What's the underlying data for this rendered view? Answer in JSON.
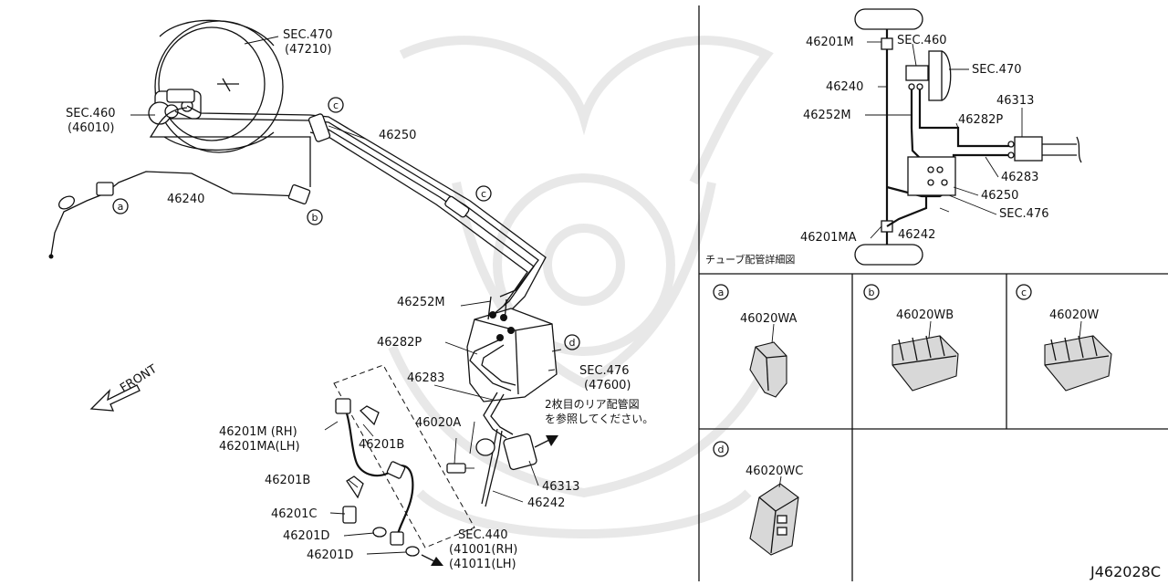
{
  "diagram_id": "J462028C",
  "main": {
    "labels": {
      "sec470": "SEC.470",
      "sec470_ref": "(47210)",
      "sec460": "SEC.460",
      "sec460_ref": "(46010)",
      "p46250": "46250",
      "p46240": "46240",
      "p46252M": "46252M",
      "p46282P": "46282P",
      "p46283": "46283",
      "sec476": "SEC.476",
      "sec476_ref": "(47600)",
      "p46020A": "46020A",
      "p46313": "46313",
      "p46242": "46242",
      "p46201M_rh": "46201M (RH)",
      "p46201MA_lh": "46201MA(LH)",
      "p46201B_a": "46201B",
      "p46201B_b": "46201B",
      "p46201C": "46201C",
      "p46201D_a": "46201D",
      "p46201D_b": "46201D",
      "sec440": "SEC.440",
      "sec440_rh": "(41001(RH)",
      "sec440_lh": "(41011(LH)",
      "rear_note_1": "2枚目のリア配管図",
      "rear_note_2": "を参照してください。",
      "front": "FRONT"
    },
    "callouts": {
      "a": "a",
      "b": "b",
      "c": "c",
      "d": "d"
    }
  },
  "schematic": {
    "title": "チューブ配管詳細図",
    "labels": {
      "p46201M": "46201M",
      "sec460": "SEC.460",
      "sec470": "SEC.470",
      "p46240": "46240",
      "p46313": "46313",
      "p46252M": "46252M",
      "p46282P": "46282P",
      "p46283": "46283",
      "p46250": "46250",
      "sec476": "SEC.476",
      "p46201MA": "46201MA",
      "p46242": "46242"
    }
  },
  "details": [
    {
      "tag": "a",
      "part": "46020WA"
    },
    {
      "tag": "b",
      "part": "46020WB"
    },
    {
      "tag": "c",
      "part": "46020W"
    },
    {
      "tag": "d",
      "part": "46020WC"
    }
  ]
}
